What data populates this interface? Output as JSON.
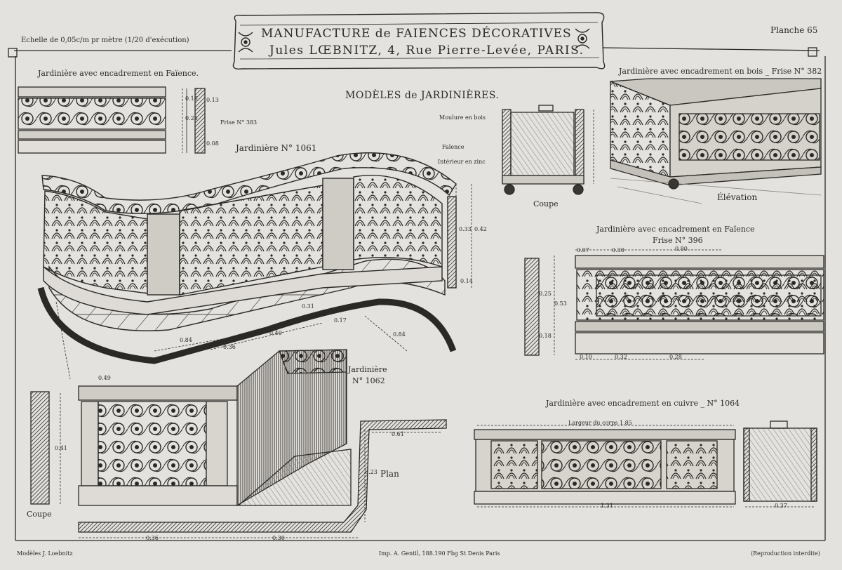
{
  "header": {
    "scale": "Echelle de 0,05c/m pr mètre (1/20 d'exécution)",
    "title_line1": "MANUFACTURE de FAIENCES DÉCORATIVES",
    "title_line2": "Jules LŒBNITZ, 4, Rue Pierre-Levée, PARIS.",
    "plate": "Planche 65",
    "subtitle": "MODÈLES de JARDINIÈRES."
  },
  "captions": {
    "top_left": "Jardinière avec encadrement en Faïence.",
    "frise_383": "Frise N° 383",
    "jard_1061": "Jardinière N° 1061",
    "moulure": "Moulure en bois",
    "faience": "Faïence",
    "interieur": "Intérieur en zinc",
    "coupe_top": "Coupe",
    "top_right": "Jardinière avec encadrement en bois _ Frise N° 382",
    "elevation": "Élévation",
    "mid_right_1": "Jardinière avec encadrement en Faïence",
    "mid_right_2": "Frise N° 396",
    "jard_1062_a": "Jardinière",
    "jard_1062_b": "N° 1062",
    "plan": "Plan",
    "coupe_bottom": "Coupe",
    "cuivre": "Jardinière avec encadrement en cuivre _ N° 1064",
    "largeur": "Largeur du corps 1.85"
  },
  "footer": {
    "left": "Modèles J. Loebnitz",
    "center": "Imp. A. Gentil, 188.190 Fbg St Denis Paris",
    "right": "(Reproduction interdite)"
  },
  "dims": {
    "d1": "0.18",
    "d2": "0.13",
    "d3": "0.23",
    "d4": "0.08",
    "d5": "0.33",
    "d6": "0.42",
    "d7": "0.14",
    "d8": "0.31",
    "d9": "0.40",
    "d10": "0.84",
    "d11": "0.36",
    "d12": "0.17",
    "d13": "0.49",
    "d14": "0.84",
    "d15": "0.07",
    "d16": "0.30",
    "d17": "0.80",
    "d18": "0.25",
    "d19": "0.53",
    "d20": "0.18",
    "d21": "0.10",
    "d22": "0.32",
    "d23": "0.28",
    "d24": "0.36",
    "d25": "0.41",
    "d26": "0.30",
    "d27": "1.31",
    "d28": "0.37",
    "d29": "0.61",
    "d30": "0.23"
  }
}
